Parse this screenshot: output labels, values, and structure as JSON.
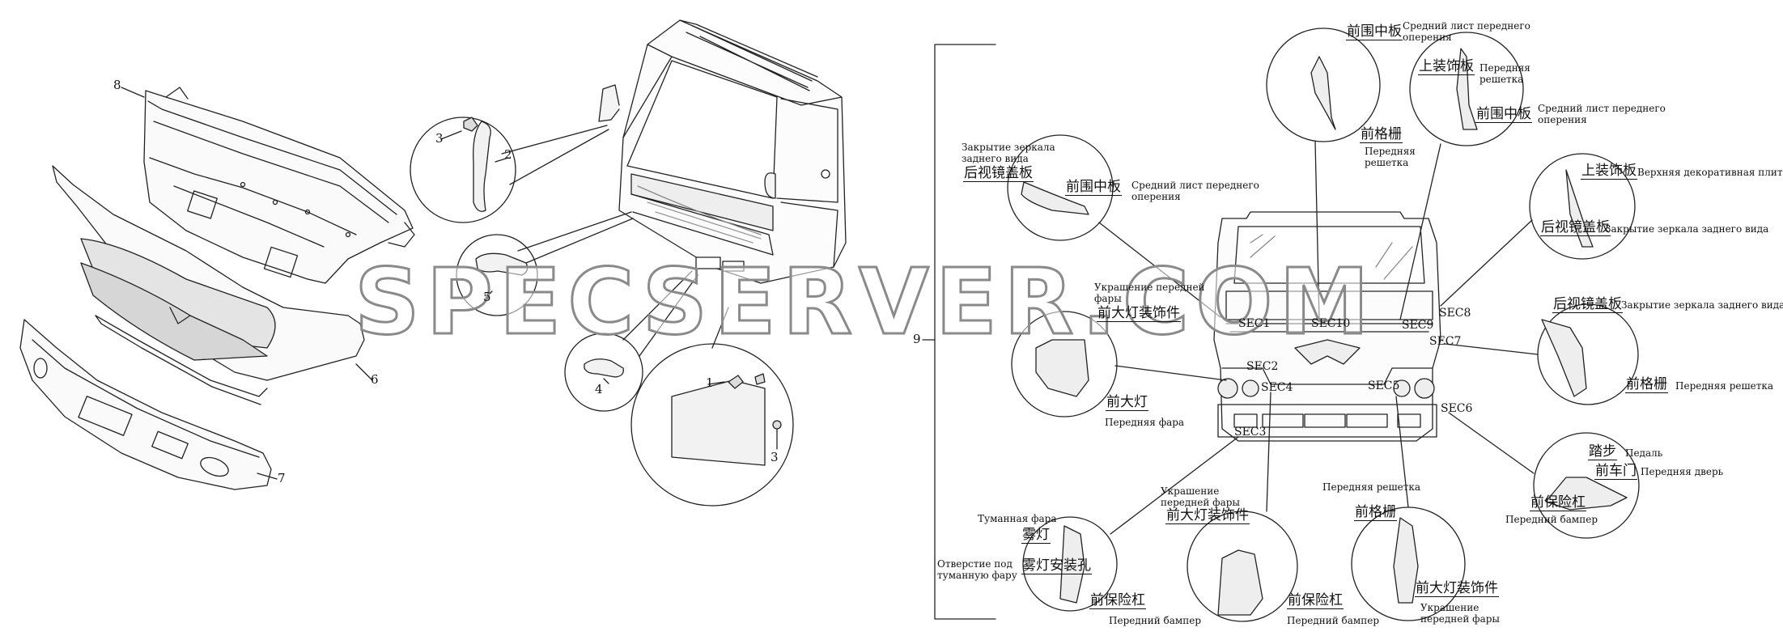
{
  "watermark": "SPECSERVER.COM",
  "part_numbers": {
    "n1": "1",
    "n2": "2",
    "n3a": "3",
    "n3b": "3",
    "n4": "4",
    "n5": "5",
    "n6": "6",
    "n7": "7",
    "n8": "8",
    "n9": "9"
  },
  "sections": {
    "sec1": "SEC1",
    "sec2": "SEC2",
    "sec3": "SEC3",
    "sec4": "SEC4",
    "sec5": "SEC5",
    "sec6": "SEC6",
    "sec7": "SEC7",
    "sec8": "SEC8",
    "sec9": "SEC9",
    "sec10": "SEC10"
  },
  "callouts": {
    "mirror_cover_ru": "Закрытие зеркала\nзаднего вида",
    "mirror_cover_cn": "后视镜盖板",
    "front_panel_cn_a": "前围中板",
    "front_panel_ru_a": "Средний лист переднего\nоперения",
    "front_panel_cn_b": "前围中板",
    "front_panel_ru_b": "Средний лист переднего\nоперения",
    "upper_trim_cn_a": "上装饰板",
    "grille_ru_a": "Передняя\nрешетка",
    "front_panel_cn_c": "前围中板",
    "front_panel_ru_c": "Средний лист переднего\nоперения",
    "grille_cn_a": "前格栅",
    "grille_ru_b": "Передняя\nрешетка",
    "upper_trim_cn_b": "上装饰板",
    "upper_trim_ru": "Верхняя декоративная плита",
    "mirror_cn_b": "后视镜盖板",
    "mirror_ru_b": "Закрытие зеркала заднего вида",
    "mirror_cn_c": "后视镜盖板",
    "mirror_ru_c": "Закрытие зеркала заднего вида",
    "grille_cn_b": "前格栅",
    "grille_ru_c": "Передняя решетка",
    "headlamp_trim_ru_a": "Украшение передней\nфары",
    "headlamp_trim_cn_a": "前大灯装饰件",
    "headlamp_cn": "前大灯",
    "headlamp_ru": "Передняя фара",
    "step_cn": "踏步",
    "step_ru": "Педаль",
    "door_cn": "前车门",
    "door_ru": "Передняя дверь",
    "bumper_cn_a": "前保险杠",
    "bumper_ru_a": "Передний бампер",
    "fog_ru": "Туманная фара",
    "fog_cn": "雾灯",
    "fog_hole_ru": "Отверстие под\nтуманную фару",
    "fog_hole_cn": "雾灯安装孔",
    "bumper_cn_b": "前保险杠",
    "bumper_ru_b": "Передний бампер",
    "headlamp_trim_ru_b": "Украшение\nпередней фары",
    "headlamp_trim_cn_b": "前大灯装饰件",
    "bumper_cn_c": "前保险杠",
    "bumper_ru_c": "Передний бампер",
    "grille_ru_d": "Передняя решетка",
    "grille_cn_c": "前格栅",
    "headlamp_trim_cn_c": "前大灯装饰件",
    "headlamp_trim_ru_c": "Украшение\nпередней фары"
  }
}
